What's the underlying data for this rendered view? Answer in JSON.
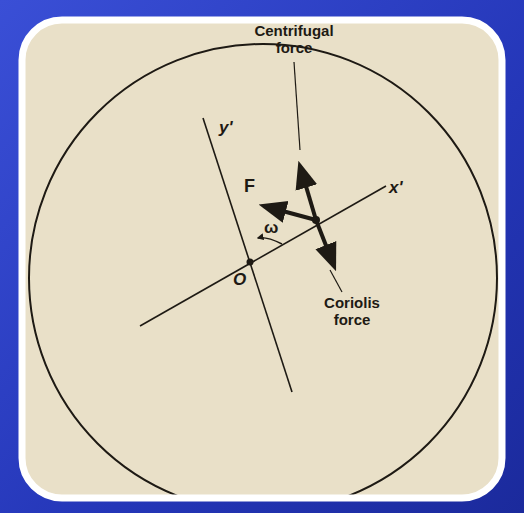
{
  "diagram": {
    "labels": [
      "Centrifugal force",
      "F",
      "y'",
      "x'",
      "ω",
      "O",
      "Coriolis force"
    ]
  }
}
